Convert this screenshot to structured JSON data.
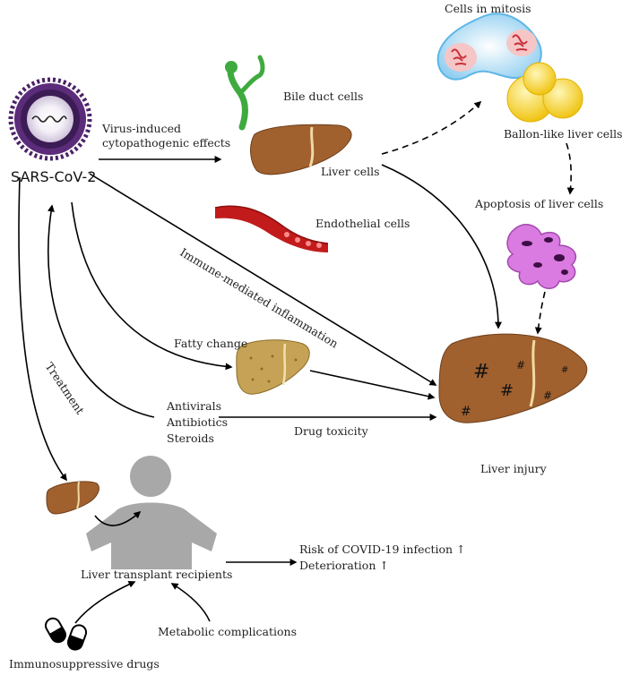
{
  "virus": {
    "name": "SARS-CoV-2"
  },
  "labels": {
    "cells_mitosis": "Cells in mitosis",
    "bile_duct": "Bile duct cells",
    "virus_induced_1": "Virus-induced",
    "virus_induced_2": "cytopathogenic effects",
    "liver_cells": "Liver cells",
    "ballon": "Ballon-like liver cells",
    "apoptosis": "Apoptosis of liver cells",
    "endothelial": "Endothelial cells",
    "immune": "Immune-mediated inflammation",
    "fatty": "Fatty change",
    "treatment": "Treatment",
    "antivirals": "Antivirals",
    "antibiotics": "Antibiotics",
    "steroids": "Steroids",
    "drug_toxicity": "Drug toxicity",
    "liver_injury": "Liver injury",
    "risk": "Risk of COVID-19 infection ↑",
    "deterioration": "Deterioration ↑",
    "transplant": "Liver transplant recipients",
    "metabolic": "Metabolic complications",
    "immunosuppressive": "Immunosuppressive drugs"
  },
  "icons": {
    "virus": "sars-cov-2-virus-icon",
    "bile": "bile-duct-icon",
    "liver": "liver-icon",
    "cells": "mitosis-cells-icon",
    "balloon": "balloon-cells-icon",
    "apoptotic": "apoptotic-cell-icon",
    "vessel": "blood-vessel-icon",
    "fatty_liver": "fatty-liver-icon",
    "injured_liver": "injured-liver-icon",
    "person": "person-icon",
    "pills": "pills-icon"
  },
  "colors": {
    "liver": "#a0612f",
    "virus": "#4a2266",
    "vessel": "#c21b1b",
    "bile": "#3faa3f",
    "fatty": "#c5a255",
    "apoptotic": "#d97be0",
    "balloon": "#f3cd2e",
    "mitosis": "#9fd3f0",
    "person": "#a8a8a8"
  }
}
